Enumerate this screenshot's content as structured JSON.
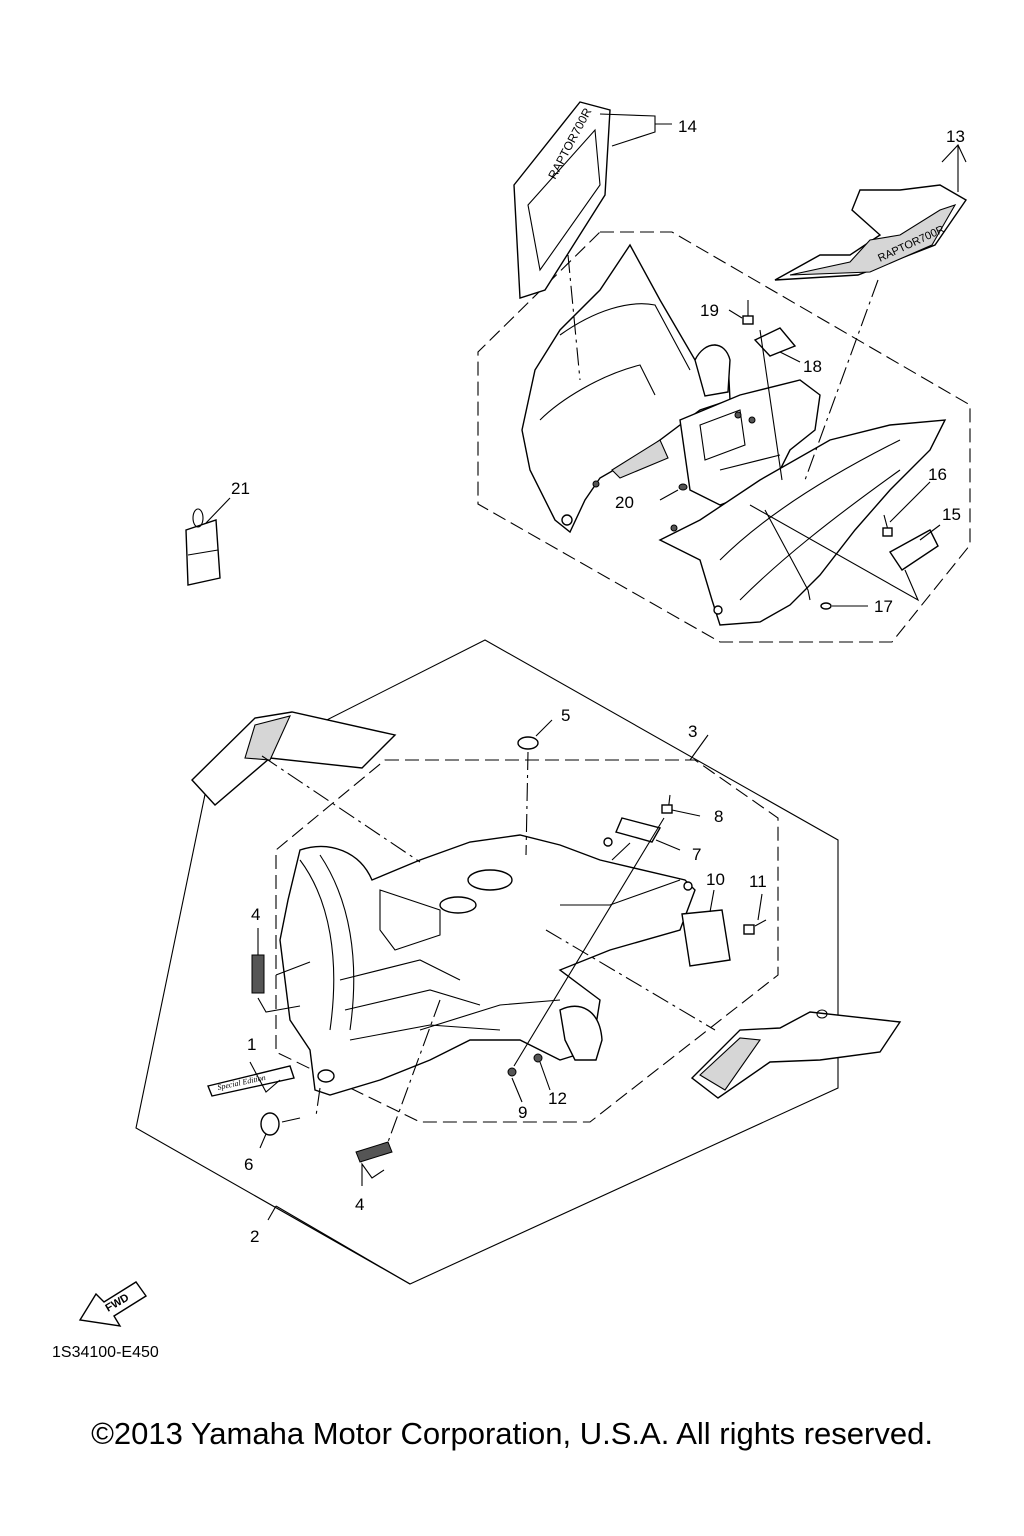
{
  "diagram": {
    "callouts": [
      {
        "id": "c1",
        "label": "1"
      },
      {
        "id": "c2",
        "label": "2"
      },
      {
        "id": "c3",
        "label": "3"
      },
      {
        "id": "c4a",
        "label": "4"
      },
      {
        "id": "c4b",
        "label": "4"
      },
      {
        "id": "c5",
        "label": "5"
      },
      {
        "id": "c6",
        "label": "6"
      },
      {
        "id": "c7",
        "label": "7"
      },
      {
        "id": "c8",
        "label": "8"
      },
      {
        "id": "c9",
        "label": "9"
      },
      {
        "id": "c10",
        "label": "10"
      },
      {
        "id": "c11",
        "label": "11"
      },
      {
        "id": "c12",
        "label": "12"
      },
      {
        "id": "c13",
        "label": "13"
      },
      {
        "id": "c14",
        "label": "14"
      },
      {
        "id": "c15",
        "label": "15"
      },
      {
        "id": "c16",
        "label": "16"
      },
      {
        "id": "c17",
        "label": "17"
      },
      {
        "id": "c18",
        "label": "18"
      },
      {
        "id": "c19",
        "label": "19"
      },
      {
        "id": "c20",
        "label": "20"
      },
      {
        "id": "c21",
        "label": "21"
      }
    ],
    "fwd_label": "FWD",
    "diagram_code": "1S34100-E450",
    "decal_texts": {
      "raptor_14": "RAPTOR700R",
      "raptor_13": "RAPTOR700R",
      "special_edition": "Special Edition"
    }
  },
  "footer": {
    "copyright": "©2013 Yamaha Motor Corporation, U.S.A. All rights reserved."
  }
}
